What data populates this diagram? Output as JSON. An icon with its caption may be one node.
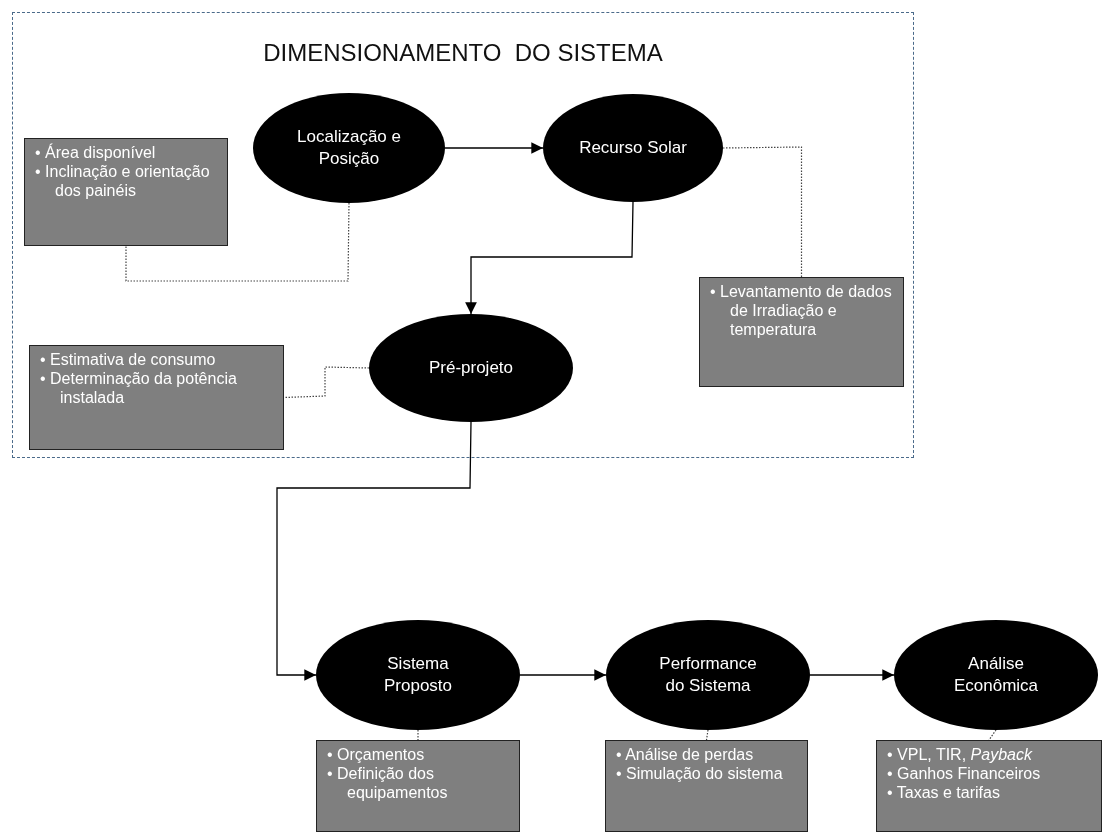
{
  "diagram": {
    "nodes": [
      {
        "text": [
          "DIMENSIONAMENTO  DO SISTEMA"
        ]
      },
      {
        "text": [
          "• Área disponível",
          "• Inclinação e orientação dos painéis"
        ],
        "in": 0
      },
      {
        "text": [
          "Localização e Posição"
        ],
        "in": 0
      },
      {
        "text": [
          "Recurso Solar"
        ],
        "in": 0
      },
      {
        "text": [
          "• Levantamento de dados de Irradiação e temperatura"
        ],
        "in": 0
      },
      {
        "text": [
          "• Estimativa de consumo",
          "• Determinação da potência instalada"
        ],
        "in": 0
      },
      {
        "text": [
          "Pré-projeto"
        ],
        "in": 0
      },
      {
        "text": [
          "Sistema Proposto"
        ]
      },
      {
        "text": [
          "Performance do Sistema"
        ]
      },
      {
        "text": [
          "Análise Econômica"
        ]
      },
      {
        "text": [
          "• Orçamentos",
          "• Definição dos equipamentos"
        ]
      },
      {
        "text": [
          "• Análise de perdas",
          "• Simulação do sistema"
        ]
      },
      {
        "text": [
          "• VPL, TIR, *Payback*",
          "• Ganhos Financeiros",
          "• Taxas e tarifas"
        ]
      }
    ],
    "edges": [
      {
        "from": 2,
        "to": 3,
        "arrow": "to"
      },
      {
        "from": 3,
        "to": 6,
        "arrow": "to"
      },
      {
        "from": 6,
        "to": 7,
        "arrow": "to"
      },
      {
        "from": 7,
        "to": 8,
        "arrow": "to"
      },
      {
        "from": 8,
        "to": 9,
        "arrow": "to"
      },
      {
        "from": 2,
        "to": 1,
        "arrow": "none",
        "style": "dashed"
      },
      {
        "from": 3,
        "to": 4,
        "arrow": "none",
        "style": "dashed"
      },
      {
        "from": 6,
        "to": 5,
        "arrow": "none",
        "style": "dashed"
      },
      {
        "from": 7,
        "to": 10,
        "arrow": "none",
        "style": "dashed"
      },
      {
        "from": 8,
        "to": 11,
        "arrow": "none",
        "style": "dashed"
      },
      {
        "from": 9,
        "to": 12,
        "arrow": "none",
        "style": "dashed"
      }
    ]
  }
}
